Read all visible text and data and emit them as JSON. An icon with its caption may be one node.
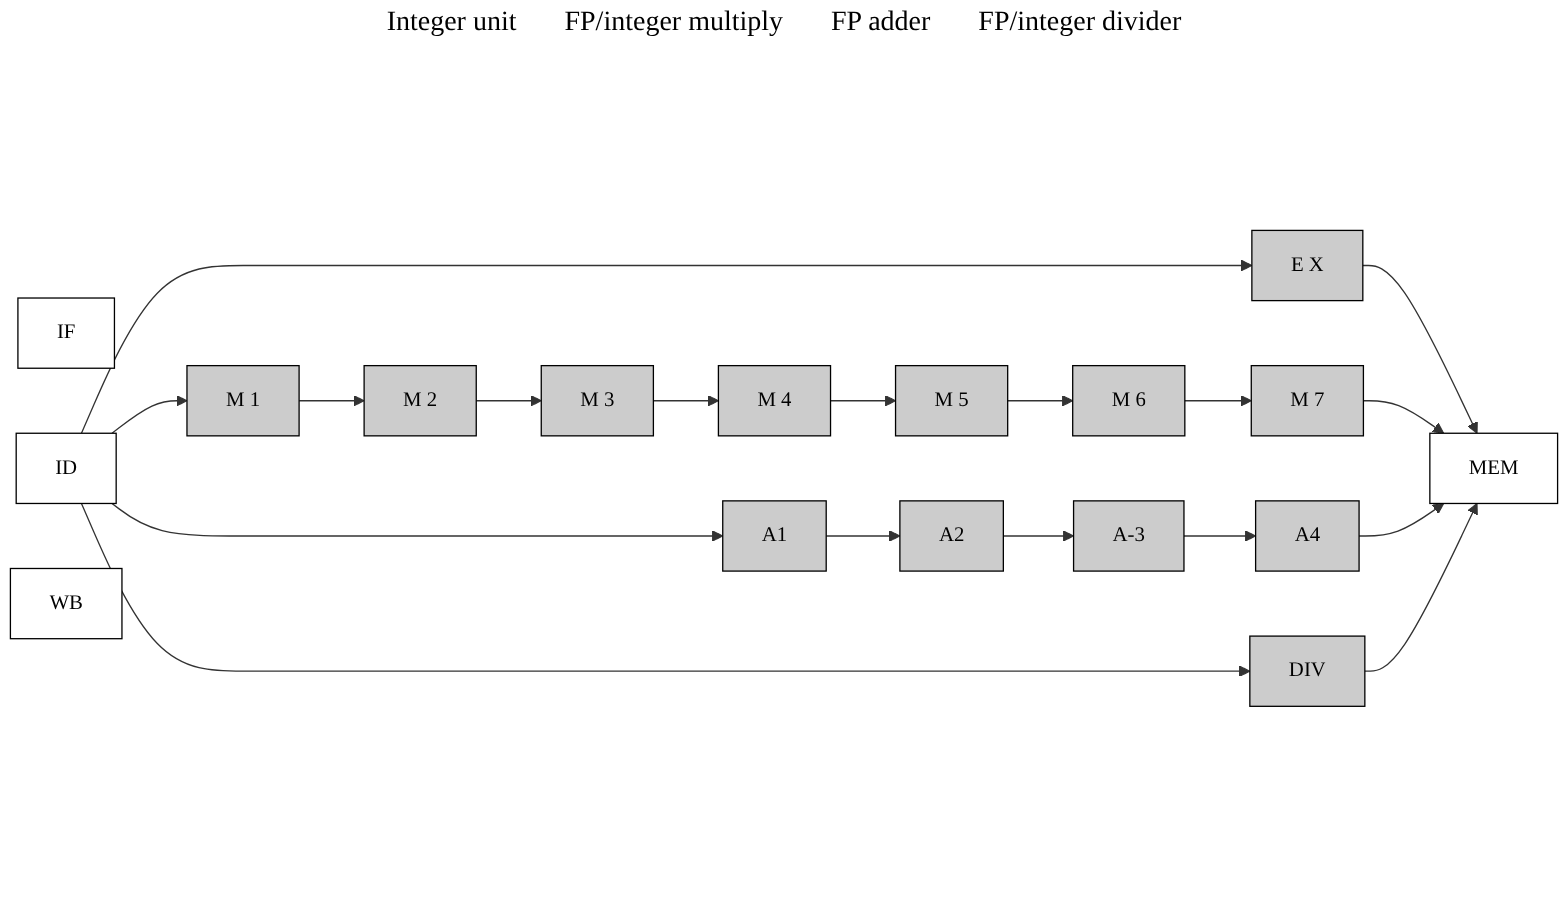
{
  "diagram": {
    "nodes": [
      {
        "text": [
          "IF"
        ]
      },
      {
        "text": [
          "ID"
        ]
      },
      {
        "text": [
          "E X"
        ]
      },
      {
        "text": [
          "M 1"
        ]
      },
      {
        "text": [
          "M 2"
        ]
      },
      {
        "text": [
          "M 3"
        ]
      },
      {
        "text": [
          "M 4"
        ]
      },
      {
        "text": [
          "M 5"
        ]
      },
      {
        "text": [
          "M 6"
        ]
      },
      {
        "text": [
          "M 7"
        ]
      },
      {
        "text": [
          "A1"
        ]
      },
      {
        "text": [
          "A2"
        ]
      },
      {
        "text": [
          "A-3"
        ]
      },
      {
        "text": [
          "A4"
        ]
      },
      {
        "text": [
          "DIV"
        ]
      },
      {
        "text": [
          "MEM"
        ]
      },
      {
        "text": [
          "WB"
        ]
      }
    ],
    "edges": [
      {
        "from": 1,
        "to": 2,
        "arrow": "to"
      },
      {
        "from": 2,
        "to": 15,
        "arrow": "to"
      },
      {
        "from": 1,
        "to": 3,
        "arrow": "to"
      },
      {
        "from": 3,
        "to": 4,
        "arrow": "to"
      },
      {
        "from": 4,
        "to": 5,
        "arrow": "to"
      },
      {
        "from": 5,
        "to": 6,
        "arrow": "to"
      },
      {
        "from": 6,
        "to": 7,
        "arrow": "to"
      },
      {
        "from": 7,
        "to": 8,
        "arrow": "to"
      },
      {
        "from": 8,
        "to": 9,
        "arrow": "to"
      },
      {
        "from": 9,
        "to": 15,
        "arrow": "to"
      },
      {
        "from": 1,
        "to": 10,
        "arrow": "to"
      },
      {
        "from": 10,
        "to": 11,
        "arrow": "to"
      },
      {
        "from": 11,
        "to": 12,
        "arrow": "to"
      },
      {
        "from": 12,
        "to": 13,
        "arrow": "to"
      },
      {
        "from": 13,
        "to": 15,
        "arrow": "to"
      },
      {
        "from": 1,
        "to": 14,
        "arrow": "to"
      },
      {
        "from": 14,
        "to": 15,
        "arrow": "to"
      }
    ],
    "labels": [
      "Integer unit",
      "FP/integer multiply",
      "FP adder",
      "FP/integer divider"
    ]
  }
}
